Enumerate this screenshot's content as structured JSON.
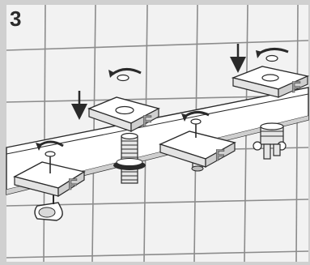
{
  "step": {
    "number": "3"
  },
  "flanges": [
    {
      "label": "F"
    },
    {
      "label": "F"
    },
    {
      "label": "F"
    },
    {
      "label": "F"
    }
  ],
  "colors": {
    "tile_fill": "#f2f2f2",
    "grout": "#8c8c8c",
    "border": "#d0d0d0",
    "line": "#2a2a2a",
    "part_fill": "#ffffff",
    "shade": "#bdbdbd"
  },
  "icons": [
    "down-arrow-icon",
    "rotate-arrow-icon"
  ]
}
